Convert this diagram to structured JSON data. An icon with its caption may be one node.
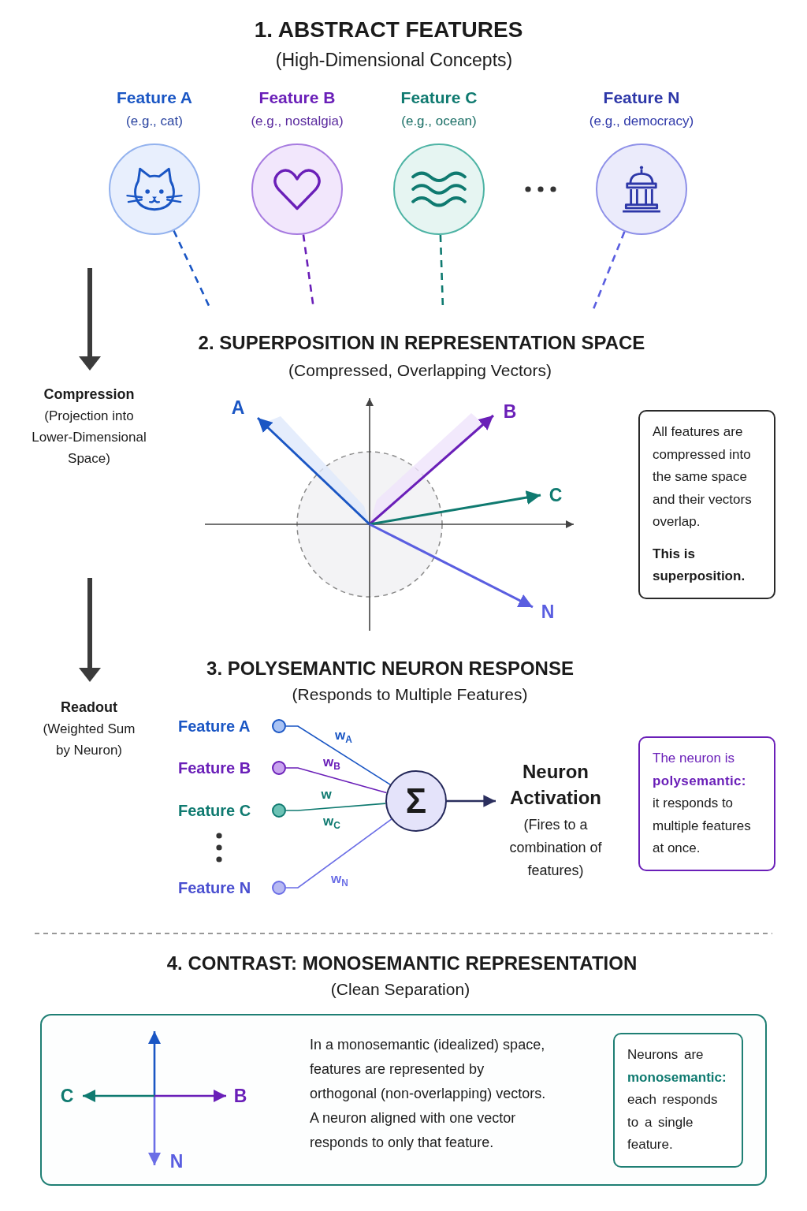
{
  "diagram": {
    "nodes": [
      {
        "text": [
          "Feature A",
          "(e.g., cat)"
        ]
      },
      {
        "text": [
          "Feature B",
          "(e.g., nostalgia)"
        ]
      },
      {
        "text": [
          "Feature C",
          "(e.g., ocean)"
        ]
      },
      {
        "text": [
          "Feature N",
          "(e.g., democracy)"
        ]
      },
      {
        "text": [
          "All features are compressed into the same space and their vectors overlap.",
          "This is superposition."
        ]
      },
      {
        "text": [],
        "shape": "circle",
        "beside": [
          "Feature A"
        ]
      },
      {
        "text": [],
        "shape": "circle",
        "beside": [
          "Feature B"
        ]
      },
      {
        "text": [],
        "shape": "circle",
        "beside": [
          "Feature C"
        ]
      },
      {
        "text": [],
        "shape": "circle",
        "beside": [
          "Feature N"
        ]
      },
      {
        "text": [
          "Σ"
        ]
      },
      {
        "text": [
          "Neuron Activation",
          "(Fires to a combination of features)"
        ]
      },
      {
        "text": [
          "The neuron is **polysemantic:** it responds to multiple features at once."
        ]
      },
      {
        "text": [
          "In a monosemantic (idealized) space, features are represented by orthogonal (non-overlapping) vectors. A neuron aligned with one vector responds to only that feature."
        ]
      },
      {
        "text": [
          "Neurons are **monosemantic:** each responds to a single feature."
        ],
        "in": 12
      }
    ],
    "edges": [
      {
        "from": 0,
        "to": null,
        "arrow": "none",
        "style": "dashed",
        "color": "#1a56c4"
      },
      {
        "from": 1,
        "to": null,
        "arrow": "none",
        "style": "dashed",
        "color": "#6a1fb8"
      },
      {
        "from": 2,
        "to": null,
        "arrow": "none",
        "style": "dashed",
        "color": "#0f7a70"
      },
      {
        "from": 3,
        "to": null,
        "arrow": "none",
        "style": "dashed",
        "color": "#5a5ee0"
      },
      {
        "from": 5,
        "to": 9,
        "arrow": "none",
        "label": "w$_{A}$",
        "color": "#1a56c4"
      },
      {
        "from": 6,
        "to": 9,
        "arrow": "none",
        "label": "w$_{B}$",
        "color": "#6a1fb8"
      },
      {
        "from": 7,
        "to": 9,
        "arrow": "none",
        "label": "w$_{C}$",
        "color": "#0f7a70"
      },
      {
        "from": 8,
        "to": 9,
        "arrow": "none",
        "label": "w$_{N}$",
        "color": "#6b6ee6"
      },
      {
        "from": 9,
        "to": 10,
        "arrow": "to",
        "color": "#2b2f5e"
      }
    ],
    "labels": [
      "1. ABSTRACT FEATURES",
      "(High-Dimensional Concepts)",
      "2. SUPERPOSITION IN REPRESENTATION SPACE",
      "(Compressed, Overlapping Vectors)",
      "Compression",
      "(Projection into Lower-Dimensional Space)",
      "A",
      "B",
      "C",
      "N",
      "3. POLYSEMANTIC NEURON RESPONSE",
      "(Responds to Multiple Features)",
      "Readout",
      "(Weighted Sum by Neuron)",
      "w",
      "4. CONTRAST: MONOSEMANTIC REPRESENTATION",
      "(Clean Separation)",
      "C",
      "B",
      "N"
    ]
  }
}
